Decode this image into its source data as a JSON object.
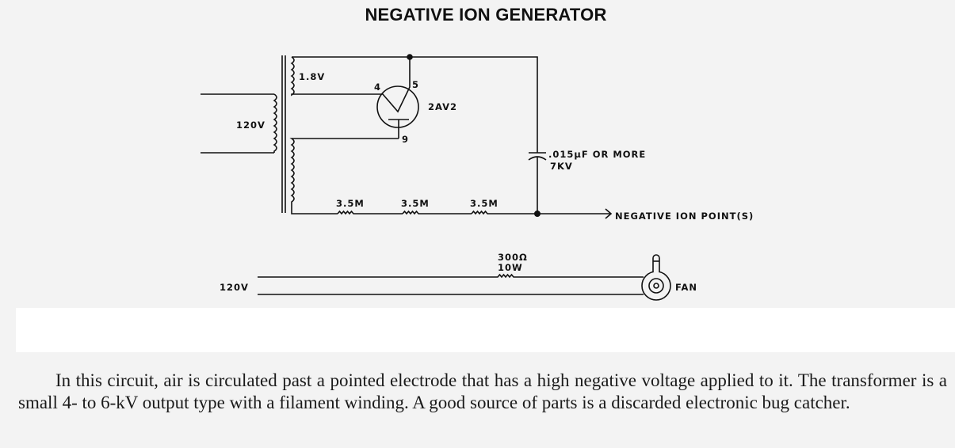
{
  "title": "NEGATIVE ION GENERATOR",
  "diagram": {
    "primary_voltage": "120V",
    "filament_voltage": "1.8V",
    "tube": {
      "type": "2AV2",
      "pin_cathode": "4",
      "pin_filament": "5",
      "pin_plate": "9"
    },
    "resistors": [
      "3.5M",
      "3.5M",
      "3.5M"
    ],
    "capacitor": {
      "value": ".015µF OR MORE",
      "voltage": "7KV"
    },
    "output_label": "NEGATIVE ION POINT(S)",
    "fan_circuit": {
      "supply": "120V",
      "resistor_value": "300Ω",
      "resistor_power": "10W",
      "fan_label": "FAN"
    }
  },
  "caption": "In this circuit, air is circulated past a pointed electrode that has a high negative voltage applied to it. The transformer is a small 4- to 6-kV output type with a filament winding. A good source of parts is a discarded electronic bug catcher."
}
